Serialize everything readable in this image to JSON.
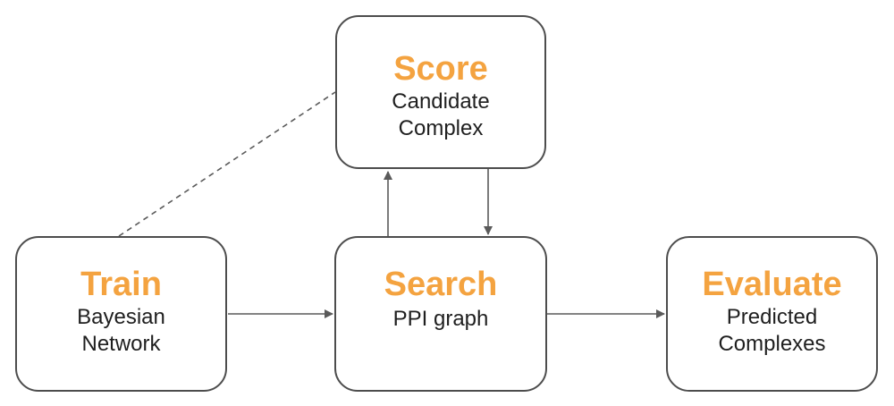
{
  "diagram": {
    "colors": {
      "title": "#f4a340",
      "text": "#1f1f1f",
      "border": "#4d4d4d",
      "edge": "#5a5a5a"
    },
    "nodes": {
      "score": {
        "title": "Score",
        "line1": "Candidate",
        "line2": "Complex"
      },
      "train": {
        "title": "Train",
        "line1": "Bayesian",
        "line2": "Network"
      },
      "search": {
        "title": "Search",
        "line1": "PPI graph"
      },
      "evaluate": {
        "title": "Evaluate",
        "line1": "Predicted",
        "line2": "Complexes"
      }
    },
    "edges": [
      {
        "from": "train",
        "to": "search",
        "style": "solid-arrow"
      },
      {
        "from": "search",
        "to": "evaluate",
        "style": "solid-arrow"
      },
      {
        "from": "search",
        "to": "score",
        "style": "solid-arrow"
      },
      {
        "from": "score",
        "to": "search",
        "style": "solid-arrow"
      },
      {
        "from": "train",
        "to": "score",
        "style": "dashed-line"
      }
    ]
  }
}
